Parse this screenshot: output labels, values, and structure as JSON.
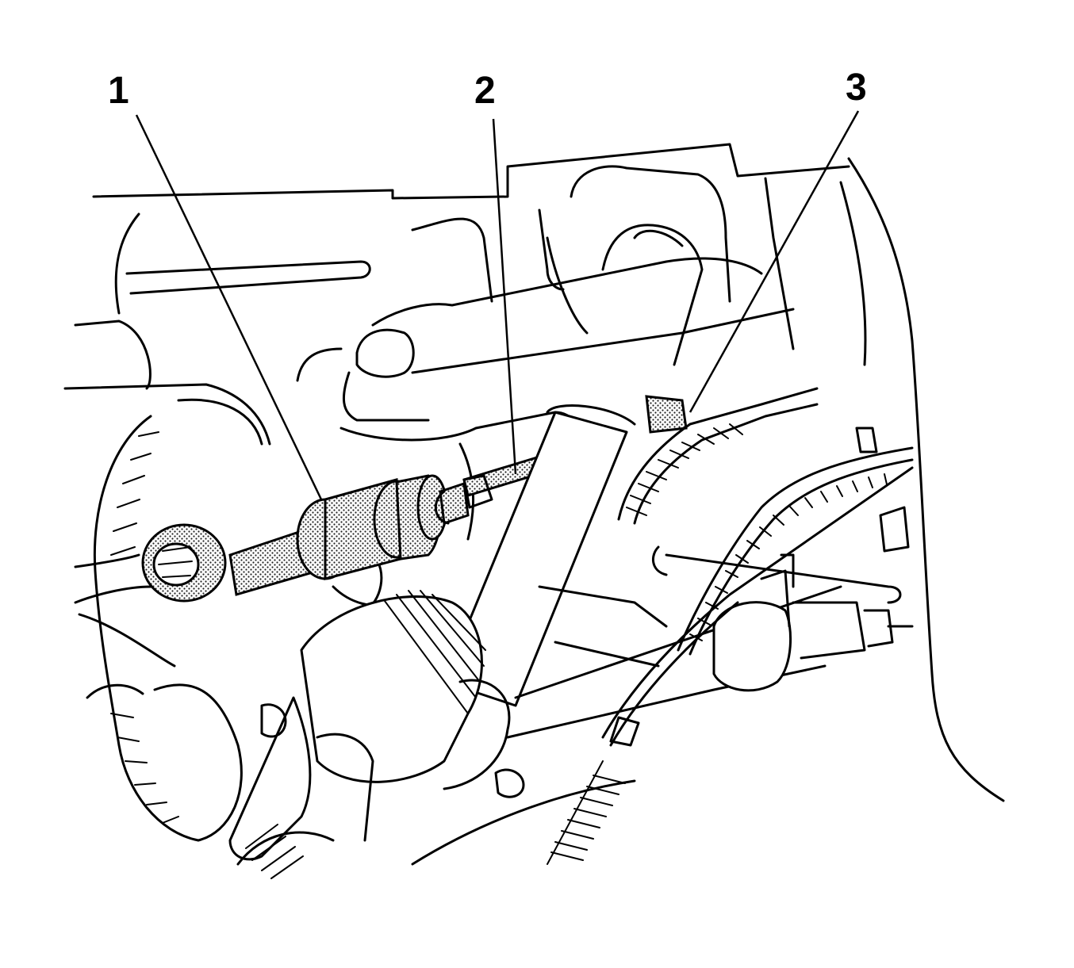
{
  "callouts": [
    {
      "id": "1",
      "text": "1"
    },
    {
      "id": "2",
      "text": "2"
    },
    {
      "id": "3",
      "text": "3"
    }
  ],
  "colors": {
    "ink": "#000000",
    "paper": "#ffffff",
    "stipple": "#bdbdbd"
  }
}
